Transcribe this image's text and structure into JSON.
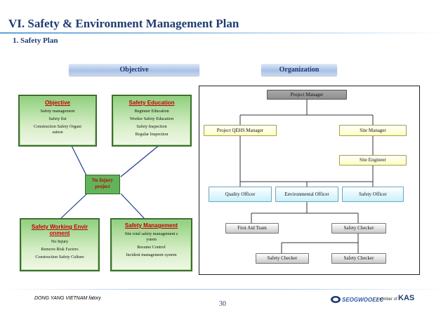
{
  "header": {
    "title": "VI. Safety & Environment Management Plan",
    "subtitle": "1. Safety Plan"
  },
  "sections": {
    "objective_label": "Objective",
    "organization_label": "Organization"
  },
  "objective_diagram": {
    "top_left": {
      "title": "Objective",
      "lines": [
        "Safety management",
        "Safety fist",
        "Construction Safety Organi",
        "zation"
      ]
    },
    "top_right": {
      "title": "Safety Education",
      "lines": [
        "Beginner Education",
        "Worker Safety Education",
        "Safety Inspection",
        "Regular Inspection"
      ]
    },
    "center": {
      "line1": "No Injury",
      "line2": "project"
    },
    "bottom_left": {
      "title_line1": "Safety Working Envir",
      "title_line2": "onment",
      "lines": [
        "No Injury",
        "Remove Risk Factors",
        "Construction Safety Culture"
      ]
    },
    "bottom_right": {
      "title": "Safety Management",
      "lines": [
        "Site total safety management s",
        "ystem",
        "Resume Control",
        "Incident management system"
      ]
    }
  },
  "org_chart": {
    "project_manager": "Project Manager",
    "qehs_manager": "Project QEHS Manager",
    "site_manager": "Site Manager",
    "site_engineer": "Site Engineer",
    "quality_officer": "Quality Officer",
    "environmental_officer": "Environmental Officer",
    "safety_officer": "Safety Officer",
    "first_aid_team": "First Aid Team",
    "safety_checker_1": "Safety Checker",
    "safety_checker_2": "Safety Checker",
    "safety_checker_3": "Safety Checker"
  },
  "footer": {
    "company": "DONG YANG  VIETNAM fatory",
    "page_number": "30",
    "brand_main": "SEOGWOOELC",
    "member_of": "member of",
    "brand_partner": "KAS"
  },
  "colors": {
    "title": "#1f3b72",
    "green_box": "#8ed07d",
    "center_green": "#62b35a",
    "accent_red": "#c00000"
  }
}
